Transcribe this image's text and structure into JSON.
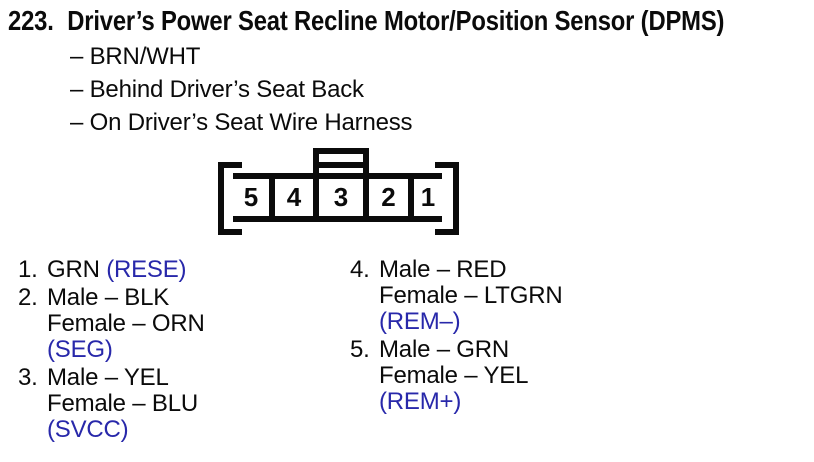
{
  "header": {
    "number": "223.",
    "title": "Driver’s Power Seat Recline Motor/Position Sensor (DPMS)"
  },
  "attributes": [
    "– BRN/WHT",
    "– Behind Driver’s Seat Back",
    "– On Driver’s Seat Wire Harness"
  ],
  "connector": {
    "pins": [
      "5",
      "4",
      "3",
      "2",
      "1"
    ]
  },
  "pinout": {
    "columns": [
      {
        "items": [
          {
            "num": "1.",
            "lines": [
              {
                "black": "GRN ",
                "blue": "(RESE)"
              }
            ]
          },
          {
            "num": "2.",
            "lines": [
              {
                "black": "Male – BLK"
              },
              {
                "black": "Female – ORN"
              },
              {
                "blue": "(SEG)"
              }
            ]
          },
          {
            "num": "3.",
            "lines": [
              {
                "black": "Male – YEL"
              },
              {
                "black": "Female – BLU"
              },
              {
                "blue": "(SVCC)"
              }
            ]
          }
        ]
      },
      {
        "items": [
          {
            "num": "4.",
            "lines": [
              {
                "black": "Male – RED"
              },
              {
                "black": "Female – LTGRN"
              },
              {
                "blue": "(REM–)"
              }
            ]
          },
          {
            "num": "5.",
            "lines": [
              {
                "black": "Male – GRN"
              },
              {
                "black": "Female – YEL"
              },
              {
                "blue": "(REM+)"
              }
            ]
          }
        ]
      }
    ]
  },
  "colors": {
    "text": "#0b0b0b",
    "signal_blue": "#2828aa",
    "background": "#ffffff"
  }
}
